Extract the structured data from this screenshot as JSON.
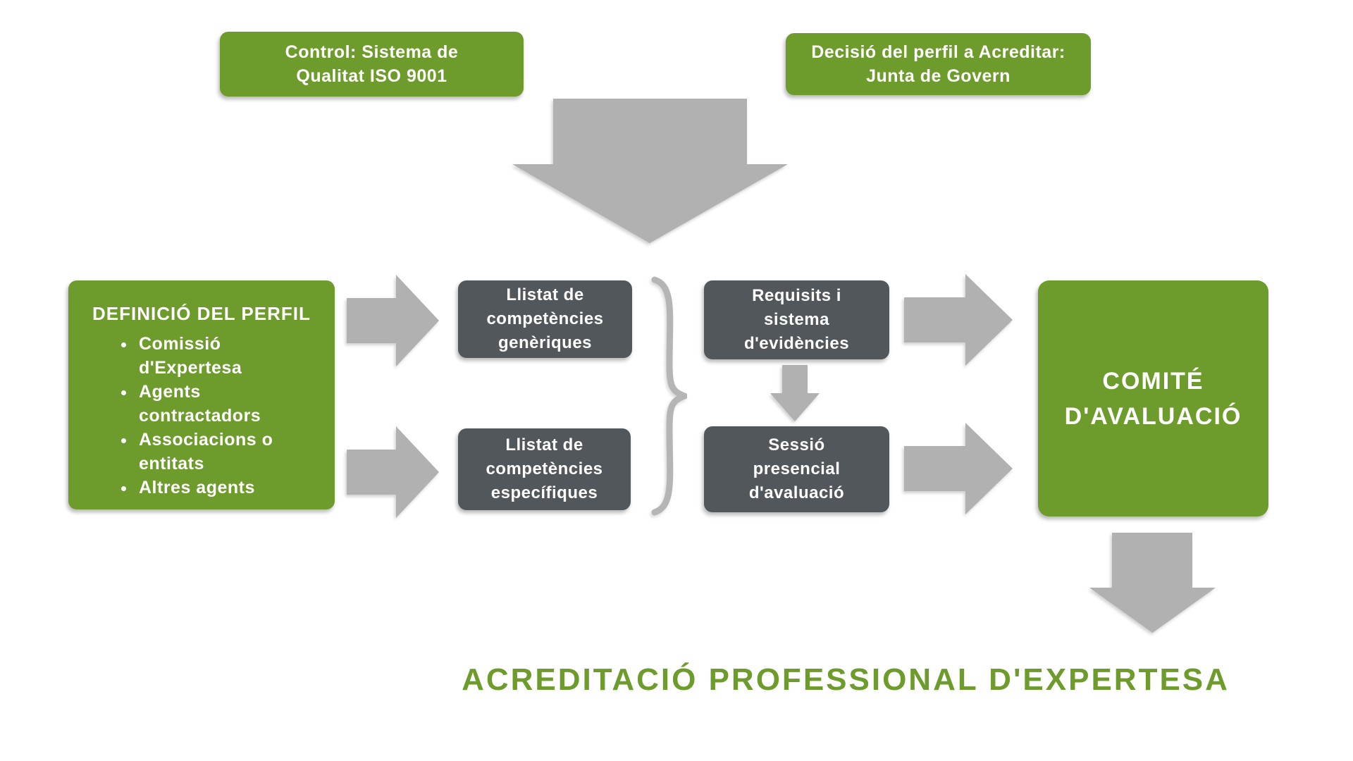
{
  "colors": {
    "green": "#6D9B2C",
    "dark_gray": "#51575A",
    "arrow_gray": "#B1B1B1",
    "brace_gray": "#B5B5B5",
    "text_white": "#FFFFFF"
  },
  "top_row": {
    "control_box": {
      "line1": "Control: Sistema de",
      "line2": "Qualitat ISO 9001"
    },
    "decision_box": {
      "line1": "Decisió del perfil a Acreditar:",
      "line2": "Junta de Govern"
    }
  },
  "definition_panel": {
    "title": "DEFINICIÓ DEL PERFIL",
    "bullets": [
      "Comissió d'Expertesa",
      "Agents contractadors",
      "Associacions o entitats",
      "Altres agents"
    ]
  },
  "competency_boxes": {
    "generic": {
      "line1": "Llistat de",
      "line2": "competències",
      "line3": "genèriques"
    },
    "specific": {
      "line1": "Llistat de",
      "line2": "competències",
      "line3": "específiques"
    }
  },
  "evaluation_boxes": {
    "requirements": {
      "line1": "Requisits i",
      "line2": "sistema",
      "line3": "d'evidències"
    },
    "session": {
      "line1": "Sessió",
      "line2": "presencial",
      "line3": "d'avaluació"
    }
  },
  "committee_box": {
    "line1": "COMITÉ",
    "line2": "D'AVALUACIÓ"
  },
  "footer": {
    "title": "ACREDITACIÓ PROFESSIONAL D'EXPERTESA"
  }
}
